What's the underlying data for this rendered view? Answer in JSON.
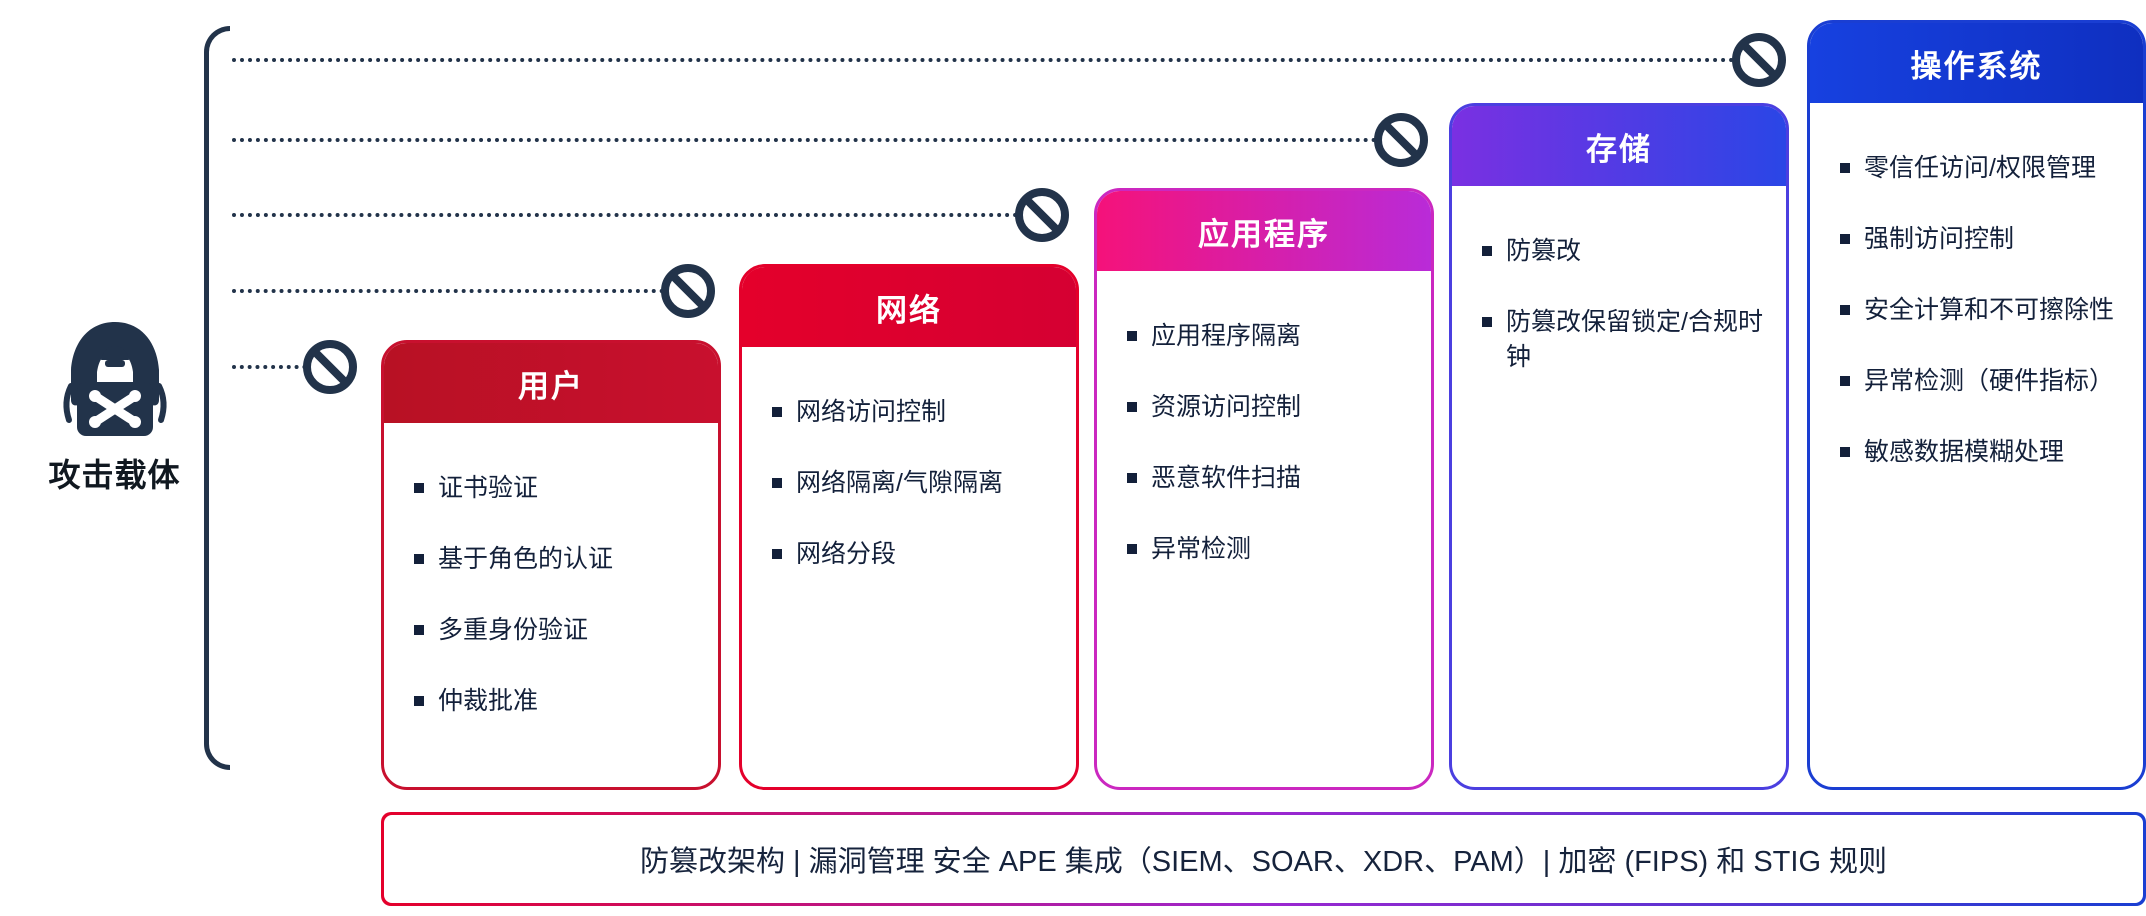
{
  "diagram": {
    "attacker": {
      "label": "攻击载体"
    },
    "cards": [
      {
        "title": "用户",
        "accent": "#C8102E",
        "items": [
          "证书验证",
          "基于角色的认证",
          "多重身份验证",
          "仲裁批准"
        ]
      },
      {
        "title": "网络",
        "accent": "#E4002B",
        "items": [
          "网络访问控制",
          "网络隔离/气隙隔离",
          "网络分段"
        ]
      },
      {
        "title": "应用程序",
        "accent_from": "#F5127A",
        "accent_to": "#B92BD8",
        "items": [
          "应用程序隔离",
          "资源访问控制",
          "恶意软件扫描",
          "异常检测"
        ]
      },
      {
        "title": "存储",
        "accent_from": "#7A30E2",
        "accent_to": "#2A46E6",
        "items": [
          "防篡改",
          "防篡改保留锁定/合规时钟"
        ]
      },
      {
        "title": "操作系统",
        "accent_from": "#1741E0",
        "accent_to": "#0F2FC0",
        "items": [
          "零信任访问/权限管理",
          "强制访问控制",
          "安全计算和不可擦除性",
          "异常检测（硬件指标）",
          "敏感数据模糊处理"
        ]
      }
    ],
    "footer": {
      "text": "防篡改架构 | 漏洞管理 安全 APE 集成（SIEM、SOAR、XDR、PAM）| 加密 (FIPS) 和 STIG 规则"
    },
    "colors": {
      "line": "#22334A",
      "text": "#13203A"
    }
  }
}
